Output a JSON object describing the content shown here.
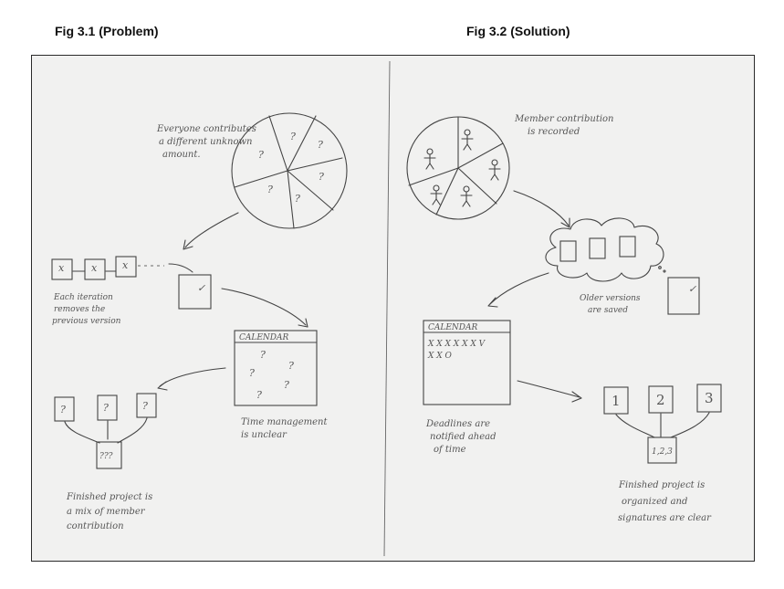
{
  "titles": {
    "left": "Fig 3.1 (Problem)",
    "right": "Fig 3.2 (Solution)"
  },
  "problem": {
    "pie_caption": [
      "Everyone contributes",
      "a different unknown",
      "amount."
    ],
    "pie_mark": "?",
    "iteration_caption": [
      "Each iteration",
      "removes the",
      "previous version"
    ],
    "box_x": "x",
    "box_check": "✓",
    "calendar_title": "CALENDAR",
    "calendar_mark": "?",
    "time_caption": [
      "Time management",
      "is unclear"
    ],
    "part_mark": "?",
    "merged_mark": "???",
    "finished_caption": [
      "Finished project is",
      "a mix of member",
      "contribution"
    ]
  },
  "solution": {
    "pie_caption": [
      "Member contribution",
      "is recorded"
    ],
    "versions_caption": [
      "Older versions",
      "are saved"
    ],
    "box_check": "✓",
    "calendar_title": "CALENDAR",
    "calendar_row1": "X X X X X X V",
    "calendar_row2": "X X O",
    "deadline_caption": [
      "Deadlines are",
      "notified ahead",
      "of time"
    ],
    "part_labels": [
      "1",
      "2",
      "3"
    ],
    "merged_label": "1,2,3",
    "finished_caption": [
      "Finished project is",
      "organized and",
      "signatures are clear"
    ]
  }
}
